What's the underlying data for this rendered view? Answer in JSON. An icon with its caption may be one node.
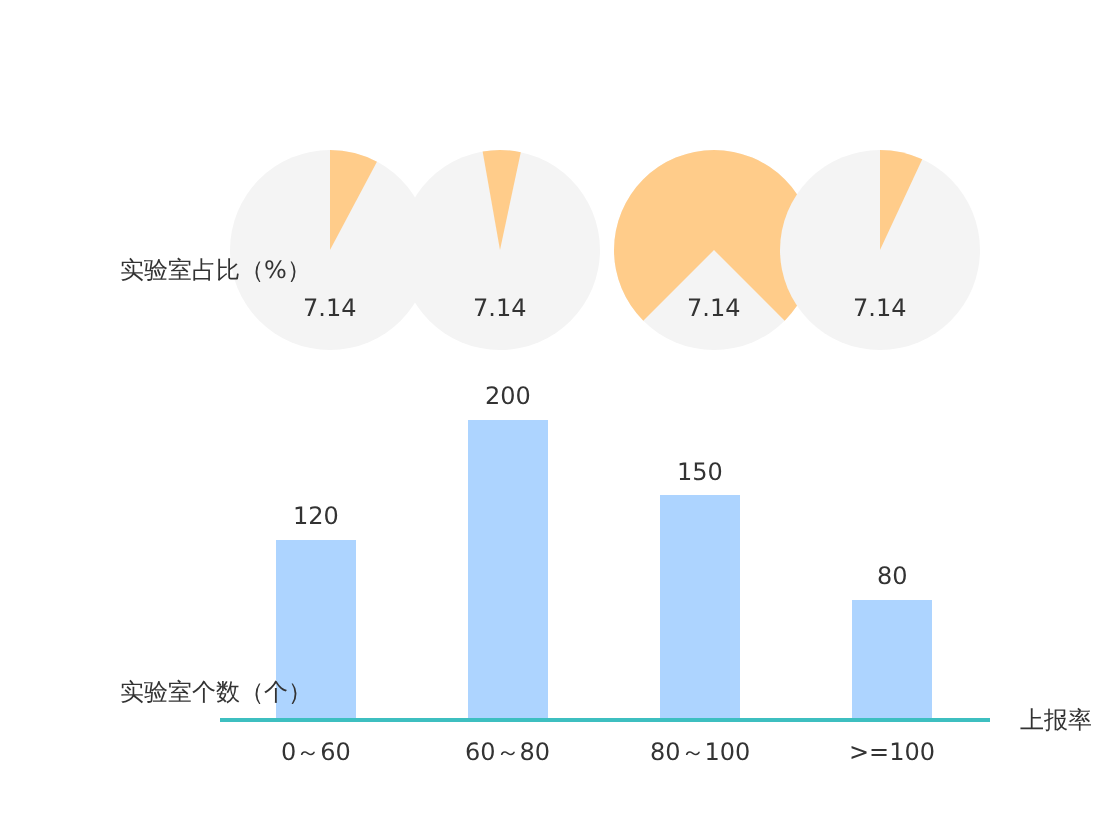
{
  "diagram": {
    "labels": [
      "实验室占比（%）",
      "7.14",
      "7.14",
      "7.14",
      "7.14"
    ],
    "chart_data": {
      "type": "bar",
      "xlabel": "上报率",
      "ylabel": "实验室个数（个）",
      "categories": [
        "0～60",
        "60～80",
        "80～100",
        ">=100"
      ],
      "series": [
        {
          "color": "#add4ff",
          "values": [
            120,
            200,
            150,
            80
          ]
        }
      ],
      "data_labels": true
    }
  }
}
